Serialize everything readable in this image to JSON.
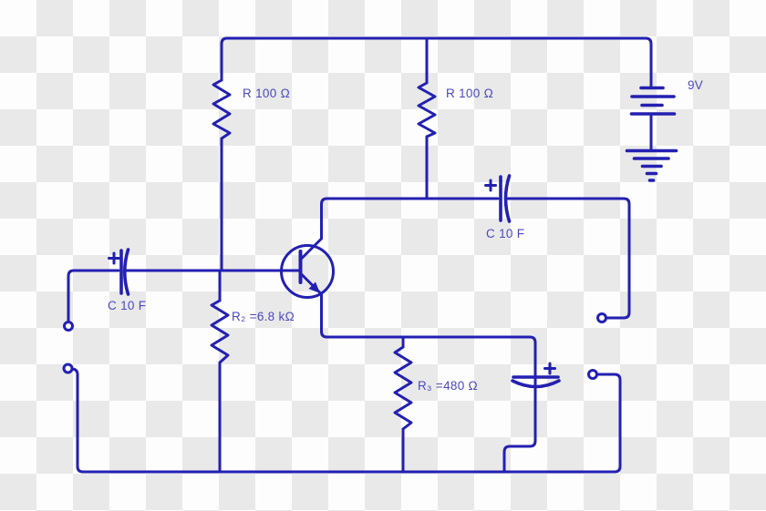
{
  "colors": {
    "wire": "#2320b2",
    "label": "#4b48c4",
    "checker_dark": "#e9e9e9",
    "checker_light": "#fdfdfd"
  },
  "components": {
    "r1": {
      "label": "R 100 Ω"
    },
    "rc": {
      "label": "R 100 Ω"
    },
    "r2": {
      "label": "R₂ =6.8 kΩ"
    },
    "r3": {
      "label": "R₃ =480 Ω"
    },
    "c_in": {
      "label": "C 10 F",
      "polarity": "+"
    },
    "c_out": {
      "label": "C 10 F",
      "polarity": "+"
    },
    "c_bypass": {
      "polarity": "+"
    },
    "battery": {
      "label": "9V"
    }
  }
}
